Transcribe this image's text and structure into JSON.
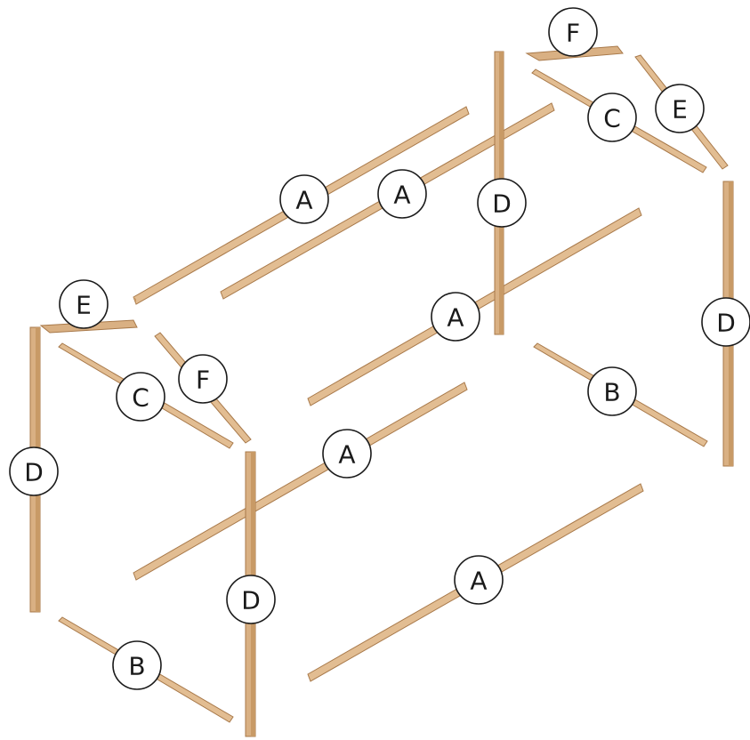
{
  "colors": {
    "wood_face": "#e2bd92",
    "wood_dark": "#c89a66",
    "wood_edge": "#a8794a",
    "label_stroke": "#1a1a1a",
    "label_fill": "#ffffff"
  },
  "labels": {
    "a1": "A",
    "a2": "A",
    "a3": "A",
    "a4": "A",
    "a5": "A",
    "b1": "B",
    "b2": "B",
    "c1": "C",
    "c2": "C",
    "d1": "D",
    "d2": "D",
    "d3": "D",
    "d4": "D",
    "e1": "E",
    "e2": "E",
    "f1": "F",
    "f2": "F"
  }
}
